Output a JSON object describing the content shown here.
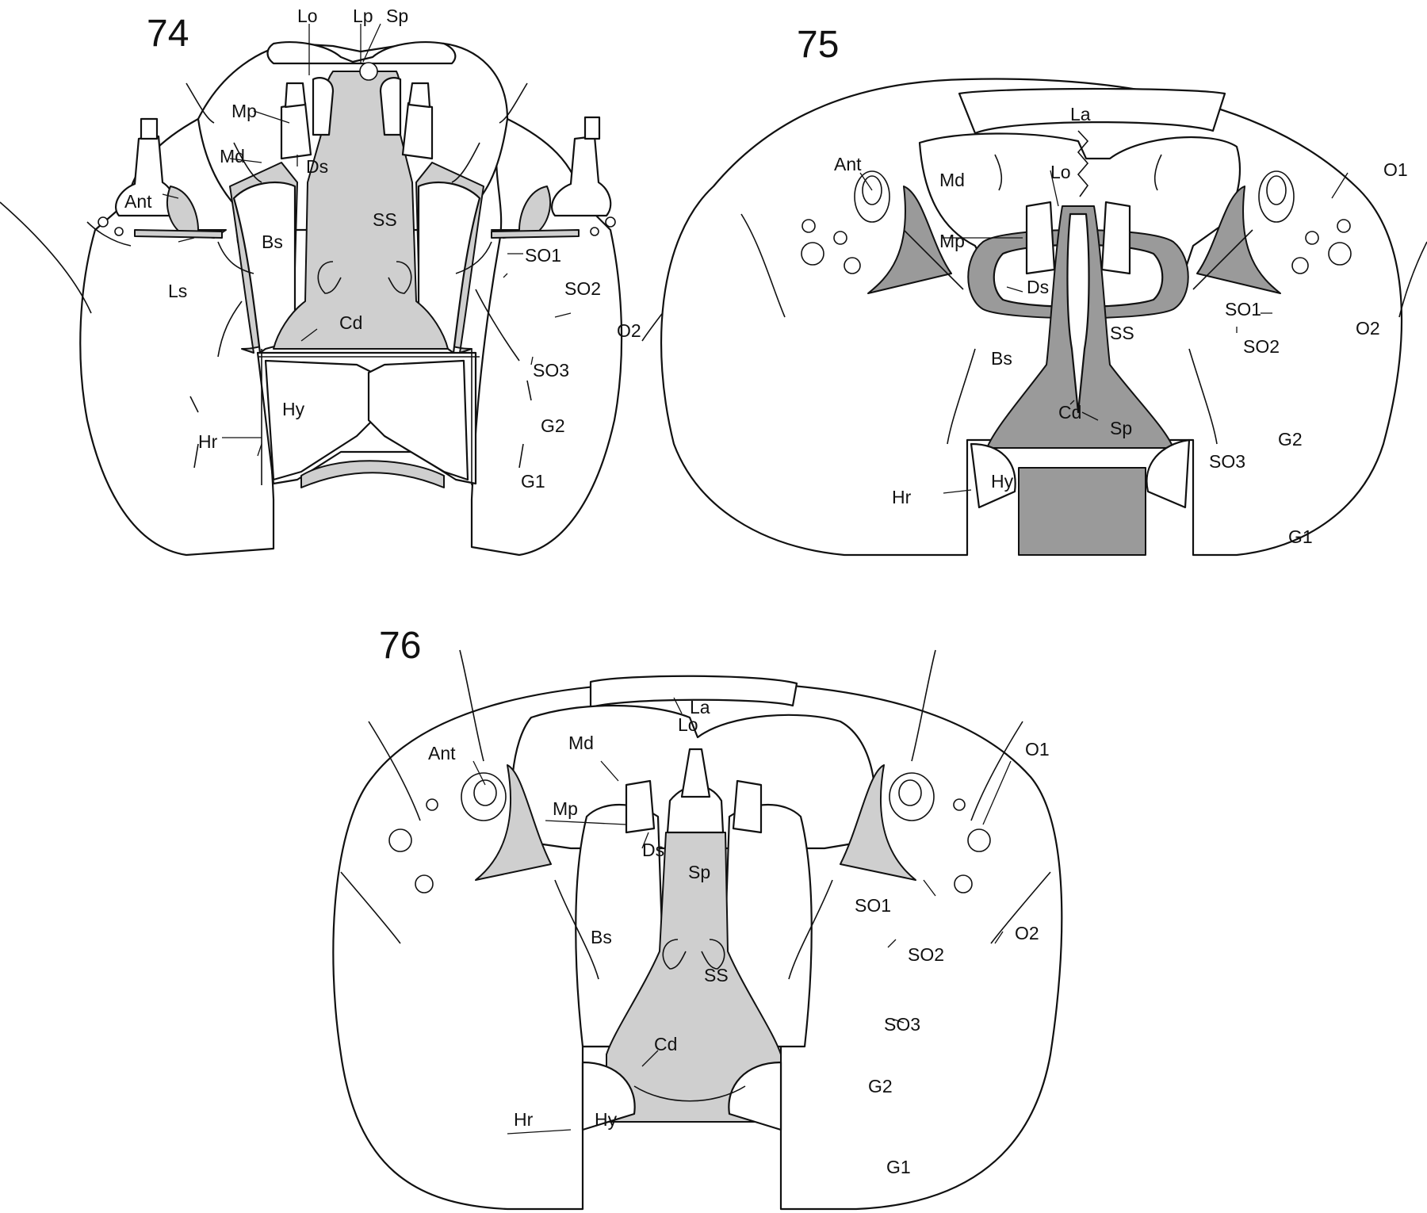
{
  "figures": [
    {
      "id": "fig74",
      "number": "74",
      "labels": [
        "Lo",
        "Lp",
        "Sp",
        "Mp",
        "Md",
        "Ds",
        "Ant",
        "Bs",
        "SS",
        "Ls",
        "SO1",
        "SO2",
        "O2",
        "Cd",
        "SO3",
        "Hy",
        "Hr",
        "G2",
        "G1"
      ]
    },
    {
      "id": "fig75",
      "number": "75",
      "labels": [
        "La",
        "Ant",
        "Md",
        "Lo",
        "O1",
        "Mp",
        "Ds",
        "SO1",
        "SS",
        "O2",
        "SO2",
        "Bs",
        "Cd",
        "Sp",
        "G2",
        "SO3",
        "Hy",
        "Hr",
        "G1"
      ]
    },
    {
      "id": "fig76",
      "number": "76",
      "labels": [
        "La",
        "Md",
        "Lo",
        "Ant",
        "O1",
        "Mp",
        "Ds",
        "Sp",
        "SO1",
        "Bs",
        "O2",
        "SO2",
        "SS",
        "SO3",
        "Cd",
        "G2",
        "Hr",
        "Hy",
        "G1"
      ]
    }
  ],
  "colors": {
    "ink": "#111111",
    "paper": "#ffffff",
    "light_shade": "#cfcfcf",
    "dark_shade": "#9a9a9a"
  }
}
